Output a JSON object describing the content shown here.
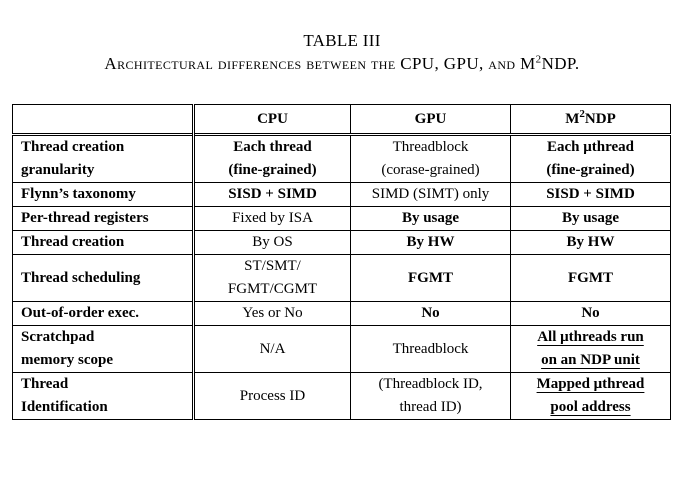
{
  "caption": {
    "table_no": "TABLE III",
    "title_pre": "Architectural differences between the CPU, GPU, and M",
    "title_sup": "2",
    "title_post": "NDP."
  },
  "header": {
    "col1": "",
    "cpu": "CPU",
    "gpu": "GPU",
    "m2ndp_pre": "M",
    "m2ndp_sup": "2",
    "m2ndp_post": "NDP"
  },
  "rows": [
    {
      "label_l1": "Thread creation",
      "label_l2": "granularity",
      "cpu_l1": "Each thread",
      "cpu_l2": "(fine-grained)",
      "gpu_l1": "Threadblock",
      "gpu_l2": "(corase-grained)",
      "m2ndp_l1": "Each μthread",
      "m2ndp_l2": "(fine-grained)"
    },
    {
      "label": "Flynn’s taxonomy",
      "cpu": "SISD + SIMD",
      "gpu": "SIMD (SIMT) only",
      "m2ndp": "SISD + SIMD"
    },
    {
      "label": "Per-thread registers",
      "cpu": "Fixed by ISA",
      "gpu": "By usage",
      "m2ndp": "By usage"
    },
    {
      "label": "Thread creation",
      "cpu": "By OS",
      "gpu": "By HW",
      "m2ndp": "By HW"
    },
    {
      "label": "Thread scheduling",
      "cpu_l1": "ST/SMT/",
      "cpu_l2": "FGMT/CGMT",
      "gpu": "FGMT",
      "m2ndp": "FGMT"
    },
    {
      "label": "Out-of-order exec.",
      "cpu": "Yes or No",
      "gpu": "No",
      "m2ndp": "No"
    },
    {
      "label_l1": "Scratchpad",
      "label_l2": "memory scope",
      "cpu": "N/A",
      "gpu": "Threadblock",
      "m2ndp_l1": "All μthreads run",
      "m2ndp_l2": "on an NDP unit"
    },
    {
      "label_l1": "Thread",
      "label_l2": "Identification",
      "cpu": "Process ID",
      "gpu_l1": "(Threadblock ID,",
      "gpu_l2": "thread ID)",
      "m2ndp_l1": "Mapped μthread",
      "m2ndp_l2": "pool address"
    }
  ]
}
